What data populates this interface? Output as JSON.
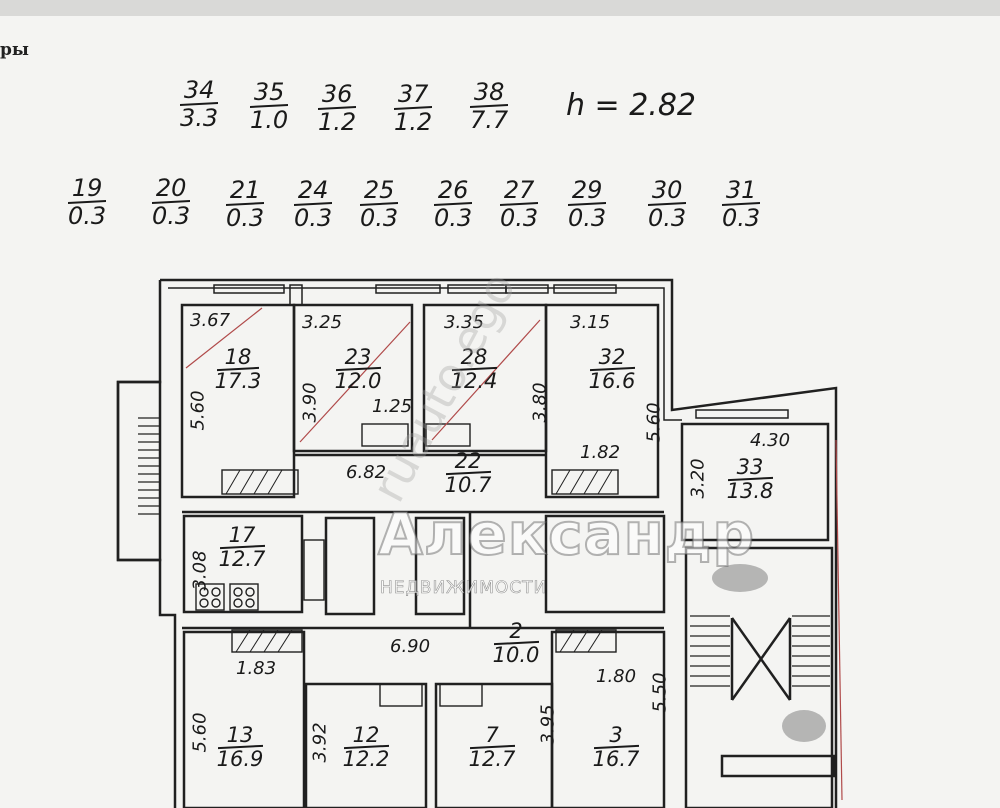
{
  "header": {
    "corner_text": "ры",
    "height_note": "h = 2.82"
  },
  "fractions_row1": [
    {
      "num": "34",
      "den": "3.3"
    },
    {
      "num": "35",
      "den": "1.0"
    },
    {
      "num": "36",
      "den": "1.2"
    },
    {
      "num": "37",
      "den": "1.2"
    },
    {
      "num": "38",
      "den": "7.7"
    }
  ],
  "fractions_row2": [
    {
      "num": "19",
      "den": "0.3"
    },
    {
      "num": "20",
      "den": "0.3"
    },
    {
      "num": "21",
      "den": "0.3"
    },
    {
      "num": "24",
      "den": "0.3"
    },
    {
      "num": "25",
      "den": "0.3"
    },
    {
      "num": "26",
      "den": "0.3"
    },
    {
      "num": "27",
      "den": "0.3"
    },
    {
      "num": "29",
      "den": "0.3"
    },
    {
      "num": "30",
      "den": "0.3"
    },
    {
      "num": "31",
      "den": "0.3"
    }
  ],
  "rooms": [
    {
      "num": "18",
      "area": "17.3"
    },
    {
      "num": "23",
      "area": "12.0"
    },
    {
      "num": "28",
      "area": "12.4"
    },
    {
      "num": "32",
      "area": "16.6"
    },
    {
      "num": "33",
      "area": "13.8"
    },
    {
      "num": "22",
      "area": "10.7"
    },
    {
      "num": "17",
      "area": "12.7"
    },
    {
      "num": "2",
      "area": "10.0"
    },
    {
      "num": "13",
      "area": "16.9"
    },
    {
      "num": "12",
      "area": "12.2"
    },
    {
      "num": "7",
      "area": "12.7"
    },
    {
      "num": "3",
      "area": "16.7"
    }
  ],
  "dimensions": {
    "d_367": "3.67",
    "d_325": "3.25",
    "d_335": "3.35",
    "d_315": "3.15",
    "d_430": "4.30",
    "d_560a": "5.60",
    "d_390": "3.90",
    "d_380": "3.80",
    "d_560b": "5.60",
    "d_320": "3.20",
    "d_125": "1.25",
    "d_182": "1.82",
    "d_682": "6.82",
    "d_308": "3.08",
    "d_690": "6.90",
    "d_183": "1.83",
    "d_180": "1.80",
    "d_560c": "5.60",
    "d_392": "3.92",
    "d_395": "3.95",
    "d_550": "5.50"
  },
  "watermark": {
    "logo": "Александр",
    "sub": "НЕДВИЖИМОСТИ",
    "diag": "ruauto.ego"
  }
}
